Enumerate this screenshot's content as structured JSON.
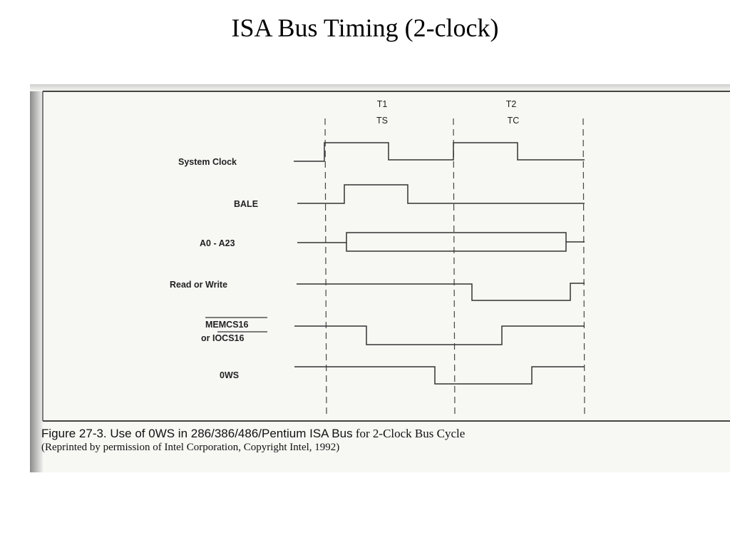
{
  "slide": {
    "title": "ISA Bus Timing (2-clock)"
  },
  "figure": {
    "phases": [
      {
        "id": "T1",
        "sub": "TS"
      },
      {
        "id": "T2",
        "sub": "TC"
      }
    ],
    "signals": [
      {
        "key": "clock",
        "label": "System Clock"
      },
      {
        "key": "bale",
        "label": "BALE"
      },
      {
        "key": "addr",
        "label": "A0 - A23"
      },
      {
        "key": "rw",
        "label": "Read or Write"
      },
      {
        "key": "memcs",
        "label": "MEMCS16",
        "label2": "or IOCS16"
      },
      {
        "key": "ows",
        "label": "0WS"
      }
    ],
    "caption": {
      "line1_a": "Figure 27-3. Use of 0WS in 286/386/486/Pentium ISA Bus",
      "line1_b": "for 2-Clock Bus Cycle",
      "line2": "(Reprinted by permission of Intel Corporation, Copyright Intel, 1992)"
    }
  },
  "colors": {
    "ink": "#333333",
    "paper": "#f7f7f4"
  }
}
